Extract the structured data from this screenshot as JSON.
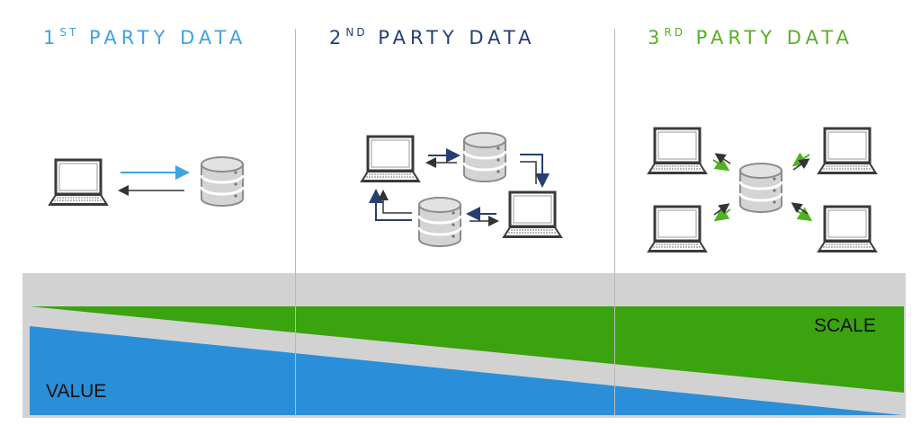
{
  "columns": [
    {
      "id": "first",
      "num": "1",
      "sup": "ST",
      "label": "PARTY DATA",
      "color": "#3fa3e0"
    },
    {
      "id": "second",
      "num": "2",
      "sup": "ND",
      "label": "PARTY DATA",
      "color": "#253f73"
    },
    {
      "id": "third",
      "num": "3",
      "sup": "RD",
      "label": "PARTY DATA",
      "color": "#5aae23"
    }
  ],
  "bands": {
    "scale_label": "SCALE",
    "value_label": "VALUE",
    "scale_color": "#3aa30e",
    "value_color": "#2a8fd8",
    "background_color": "#d2d2d2"
  },
  "icons": {
    "laptop": "laptop-icon",
    "database": "database-icon",
    "arrow": "arrow-icon"
  }
}
